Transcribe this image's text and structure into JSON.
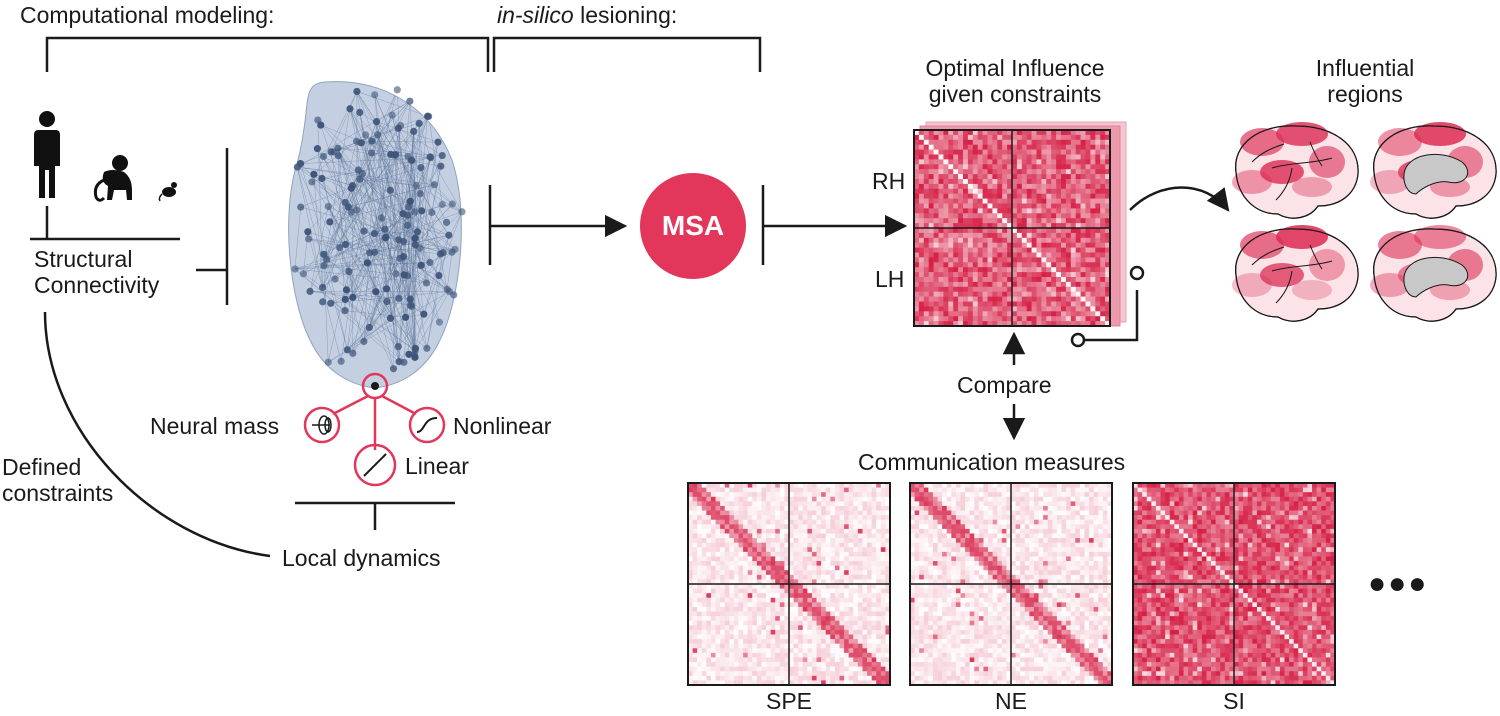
{
  "labels": {
    "computational_modeling": "Computational modeling:",
    "lesioning_italic": "in-silico",
    "lesioning_rest": " lesioning:",
    "structural_connectivity": "Structural\nConnectivity",
    "defined_constraints": "Defined\nconstraints",
    "neural_mass": "Neural mass",
    "nonlinear": "Nonlinear",
    "linear": "Linear",
    "local_dynamics": "Local dynamics",
    "msa": "MSA",
    "optimal_influence": "Optimal Influence\ngiven constraints",
    "rh": "RH",
    "lh": "LH",
    "influential_regions": "Influential\nregions",
    "compare": "Compare",
    "communication_measures": "Communication measures",
    "ellipsis": "●●●"
  },
  "matrices": [
    {
      "id": "spe",
      "label": "SPE",
      "intensity": "light"
    },
    {
      "id": "ne",
      "label": "NE",
      "intensity": "light"
    },
    {
      "id": "si",
      "label": "SI",
      "intensity": "dense"
    }
  ],
  "colors": {
    "accent": "#e2365a",
    "network_node": "#3d5478",
    "network_edge": "#6d84a8",
    "line": "#1a1a1a",
    "brain_gray": "#c8c8c8"
  },
  "icons": [
    "human-icon",
    "monkey-icon",
    "mouse-icon",
    "brain-network-icon",
    "brain-surface-icon"
  ]
}
